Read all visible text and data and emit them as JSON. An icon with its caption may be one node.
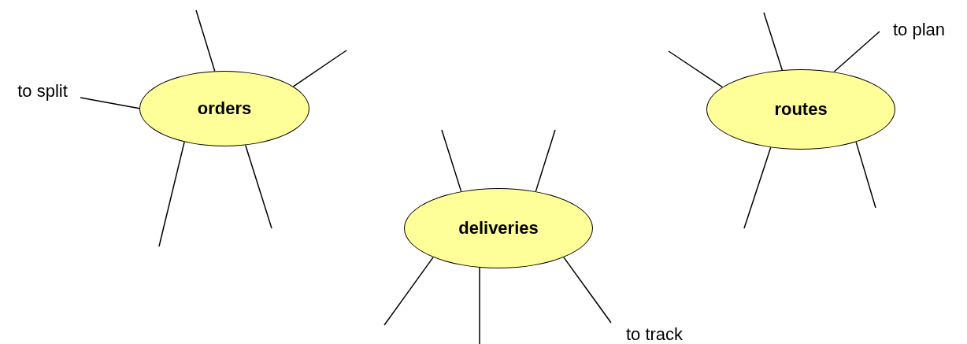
{
  "diagram": {
    "nodes": [
      {
        "text": [
          "to split"
        ]
      },
      {
        "text": [
          "orders"
        ]
      },
      {
        "text": [
          "to plan"
        ]
      },
      {
        "text": [
          "routes"
        ]
      },
      {
        "text": [
          "deliveries"
        ]
      },
      {
        "text": [
          "to track"
        ]
      }
    ],
    "edges": [
      {
        "from": 1,
        "to": null,
        "arrow": "none"
      },
      {
        "from": 1,
        "to": null,
        "arrow": "none"
      },
      {
        "from": 0,
        "to": 1,
        "arrow": "none"
      },
      {
        "from": 1,
        "to": null,
        "arrow": "none"
      },
      {
        "from": 1,
        "to": null,
        "arrow": "none"
      },
      {
        "from": 3,
        "to": null,
        "arrow": "none"
      },
      {
        "from": 2,
        "to": 3,
        "arrow": "none"
      },
      {
        "from": 3,
        "to": null,
        "arrow": "none"
      },
      {
        "from": 3,
        "to": null,
        "arrow": "none"
      },
      {
        "from": 3,
        "to": null,
        "arrow": "none"
      },
      {
        "from": 4,
        "to": null,
        "arrow": "none"
      },
      {
        "from": 4,
        "to": null,
        "arrow": "none"
      },
      {
        "from": 4,
        "to": null,
        "arrow": "none"
      },
      {
        "from": 4,
        "to": null,
        "arrow": "none"
      },
      {
        "from": 5,
        "to": 4,
        "arrow": "none"
      }
    ]
  }
}
